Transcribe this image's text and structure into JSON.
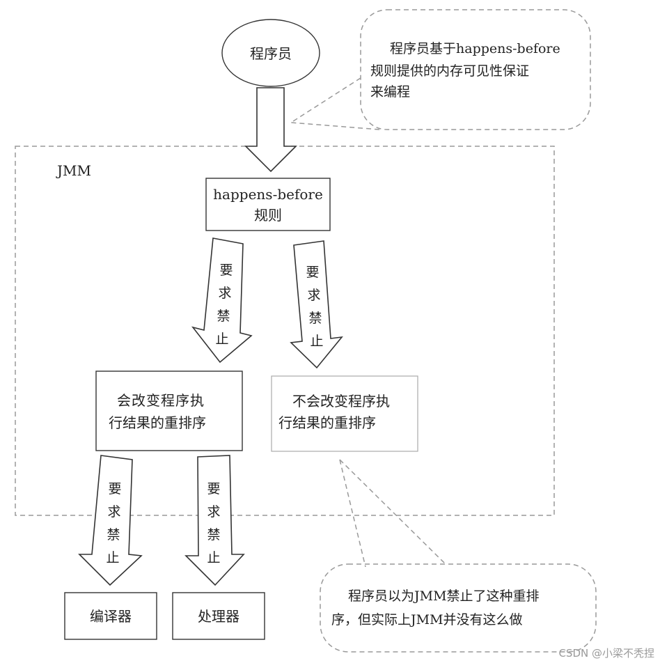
{
  "programmer": "程序员",
  "callout_top": {
    "line1": "程序员基于happens-before",
    "line2": "规则提供的内存可见性保证",
    "line3": "来编程"
  },
  "jmm_label": "JMM",
  "hb_box": {
    "line1": "happens-before",
    "line2": "规则"
  },
  "arrow_text": [
    "要",
    "求",
    "禁",
    "止"
  ],
  "reorder_change": {
    "line1": "会改变程序执",
    "line2": "行结果的重排序"
  },
  "reorder_nochange": {
    "line1": "不会改变程序执",
    "line2": "行结果的重排序"
  },
  "compiler": "编译器",
  "processor": "处理器",
  "callout_bottom": {
    "line1": "程序员以为JMM禁止了这种重排",
    "line2": "序，但实际上JMM并没有这么做"
  },
  "watermark": "CSDN @小梁不秃捏"
}
